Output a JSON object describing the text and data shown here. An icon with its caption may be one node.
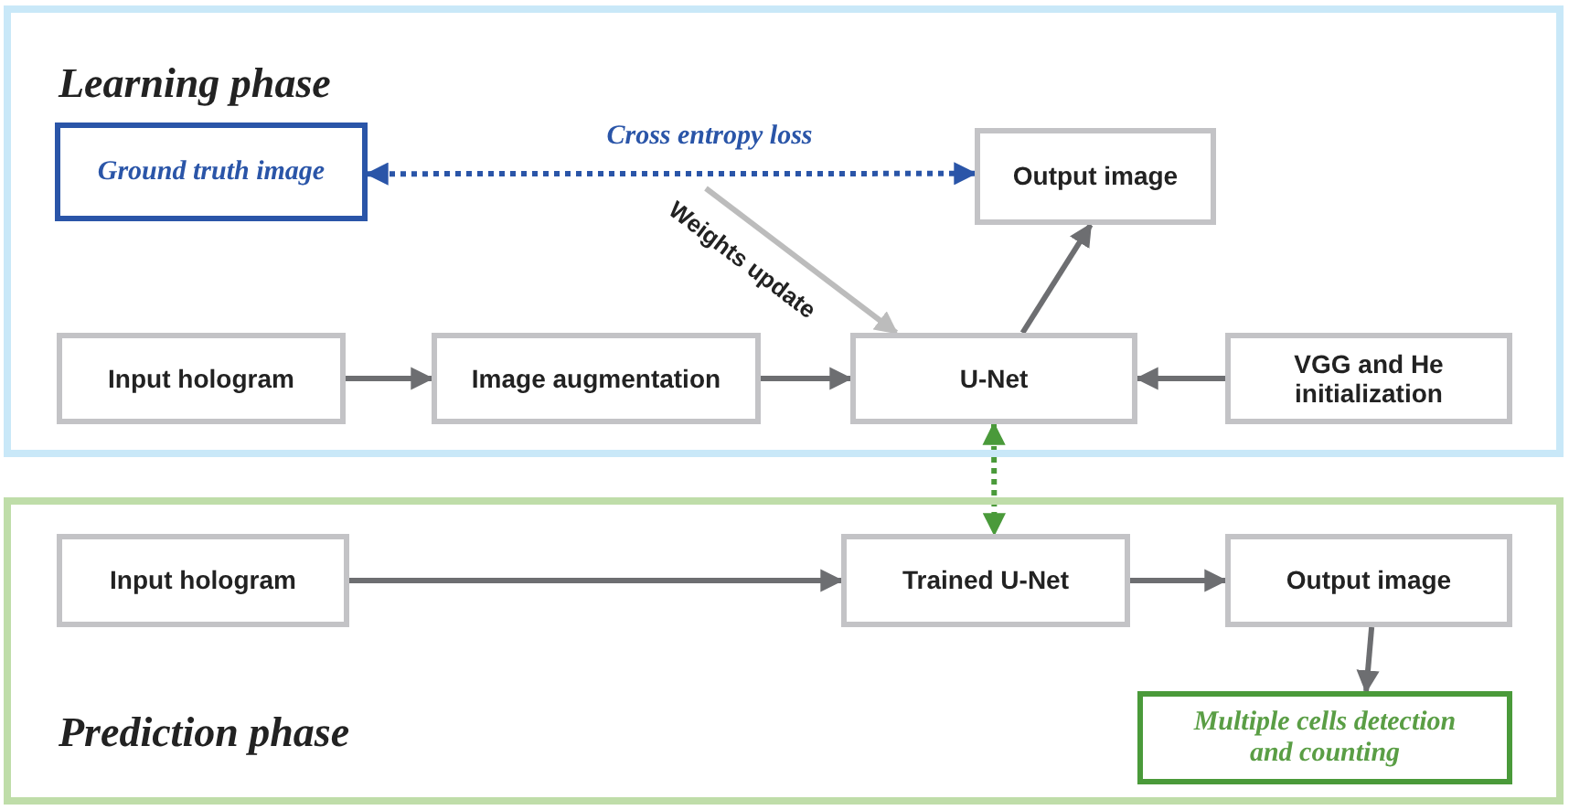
{
  "diagram": {
    "nodes": [
      {
        "text": [
          "Learning phase"
        ]
      },
      {
        "text": [
          "Ground truth image"
        ],
        "in": 0
      },
      {
        "text": [
          "Output image"
        ],
        "in": 0
      },
      {
        "text": [
          "Input hologram"
        ],
        "in": 0
      },
      {
        "text": [
          "Image augmentation"
        ],
        "in": 0
      },
      {
        "text": [
          "U-Net"
        ],
        "in": 0
      },
      {
        "text": [
          "VGG and He initialization"
        ],
        "in": 0
      },
      {
        "text": [
          "Prediction phase"
        ]
      },
      {
        "text": [
          "Input hologram"
        ],
        "in": 7
      },
      {
        "text": [
          "Trained U-Net"
        ],
        "in": 7
      },
      {
        "text": [
          "Output image"
        ],
        "in": 7
      },
      {
        "text": [
          "Multiple cells detection and counting"
        ],
        "in": 7
      }
    ],
    "edges": [
      {
        "from": 1,
        "to": 2,
        "arrow": "both",
        "label": "Cross entropy loss",
        "style": "dashed",
        "color": "#2a55a8"
      },
      {
        "from": null,
        "to": 5,
        "arrow": "to",
        "label": "Weights update",
        "color": "#bcbcbc"
      },
      {
        "from": 3,
        "to": 4,
        "arrow": "to"
      },
      {
        "from": 4,
        "to": 5,
        "arrow": "to"
      },
      {
        "from": 5,
        "to": 2,
        "arrow": "to"
      },
      {
        "from": 6,
        "to": 5,
        "arrow": "to"
      },
      {
        "from": 5,
        "to": 9,
        "arrow": "both",
        "style": "dashed",
        "color": "#4a9a3a"
      },
      {
        "from": 8,
        "to": 9,
        "arrow": "to"
      },
      {
        "from": 9,
        "to": 10,
        "arrow": "to"
      },
      {
        "from": 10,
        "to": 11,
        "arrow": "to"
      }
    ]
  }
}
